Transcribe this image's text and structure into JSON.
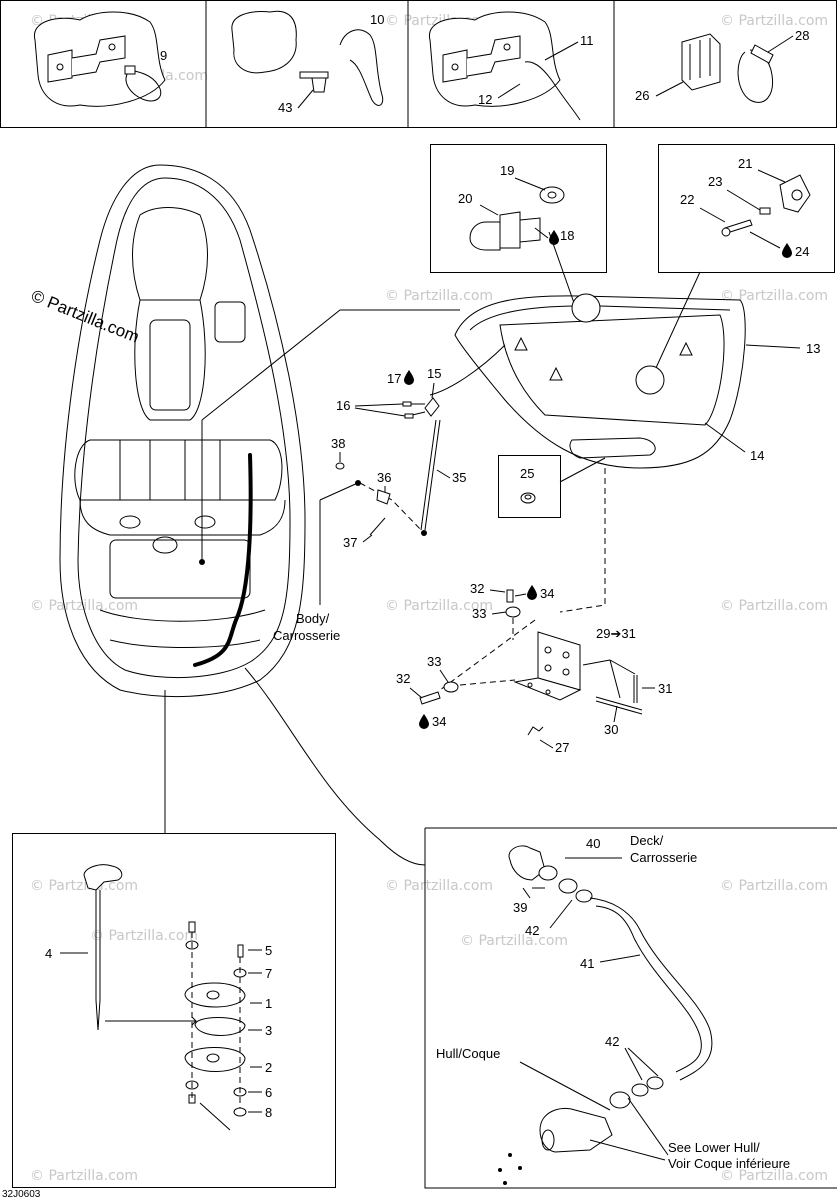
{
  "watermark": "© Partzilla.com",
  "diagram_code": "32J0603",
  "labels": {
    "body": "Body/",
    "carrosserie": "Carrosserie",
    "deck": "Deck/",
    "deck_carrosserie": "Carrosserie",
    "hull": "Hull/Coque",
    "see_lower_hull": "See Lower Hull/",
    "voir_coque": "Voir Coque inférieure"
  },
  "callouts": {
    "c1": "1",
    "c2": "2",
    "c3": "3",
    "c4": "4",
    "c5": "5",
    "c6": "6",
    "c7": "7",
    "c8": "8",
    "c9": "9",
    "c10": "10",
    "c11": "11",
    "c12": "12",
    "c13": "13",
    "c14": "14",
    "c15": "15",
    "c16": "16",
    "c17": "17",
    "c18": "18",
    "c19": "19",
    "c20": "20",
    "c21": "21",
    "c22": "22",
    "c23": "23",
    "c24": "24",
    "c25": "25",
    "c26": "26",
    "c27": "27",
    "c28": "28",
    "c29_31": "29➔31",
    "c30": "30",
    "c31": "31",
    "c32a": "32",
    "c32b": "32",
    "c33a": "33",
    "c33b": "33",
    "c34a": "34",
    "c34b": "34",
    "c35": "35",
    "c36": "36",
    "c37": "37",
    "c38": "38",
    "c39": "39",
    "c40": "40",
    "c41": "41",
    "c42a": "42",
    "c42b": "42",
    "c43": "43"
  },
  "icons": {
    "drop": "drop-icon"
  }
}
